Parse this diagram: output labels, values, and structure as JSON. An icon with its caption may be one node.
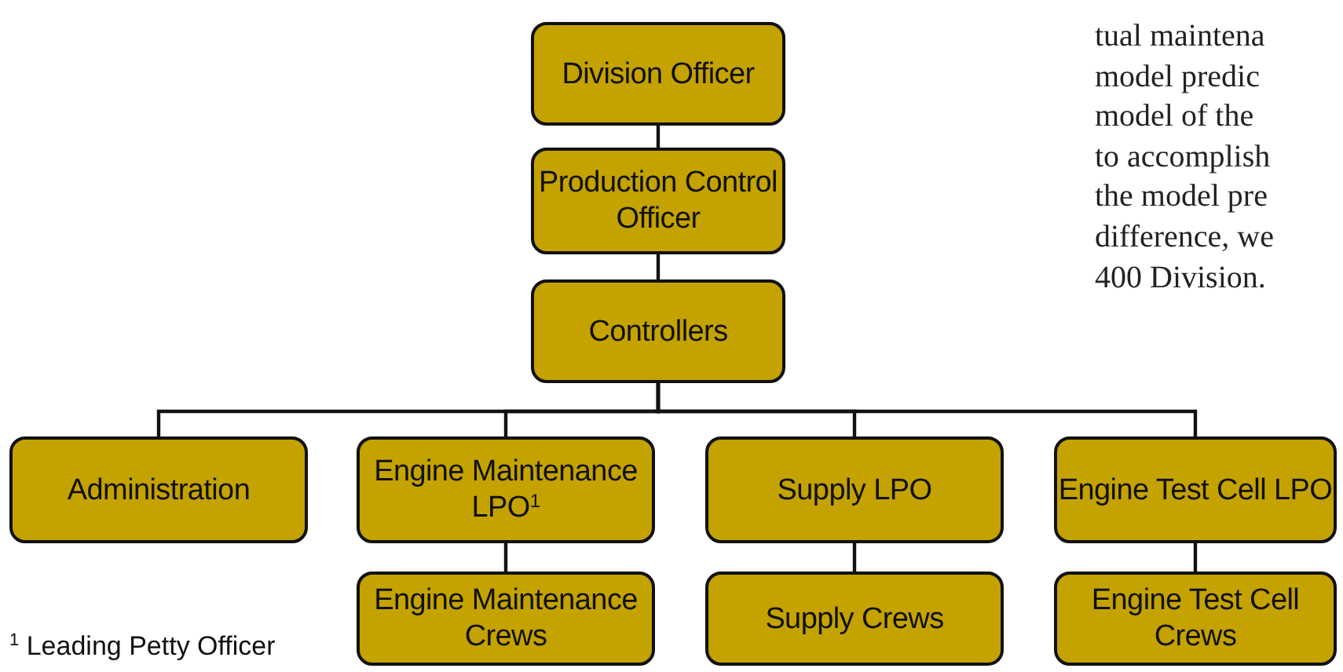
{
  "diagram": {
    "nodes": [
      {
        "text": [
          "Division Officer"
        ]
      },
      {
        "text": [
          "Production Control Officer"
        ]
      },
      {
        "text": [
          "Controllers"
        ]
      },
      {
        "text": [
          "Administration"
        ]
      },
      {
        "text": [
          "Engine Maintenance LPO$^{1}$"
        ]
      },
      {
        "text": [
          "Supply LPO"
        ]
      },
      {
        "text": [
          "Engine Test Cell LPO"
        ]
      },
      {
        "text": [
          "Engine Maintenance Crews"
        ]
      },
      {
        "text": [
          "Supply Crews"
        ]
      },
      {
        "text": [
          "Engine Test Cell Crews"
        ]
      }
    ],
    "edges": [
      {
        "from": 0,
        "to": 1,
        "arrow": "none"
      },
      {
        "from": 1,
        "to": 2,
        "arrow": "none"
      },
      {
        "from": 2,
        "to": 3,
        "arrow": "none"
      },
      {
        "from": 2,
        "to": 4,
        "arrow": "none"
      },
      {
        "from": 2,
        "to": 5,
        "arrow": "none"
      },
      {
        "from": 2,
        "to": 6,
        "arrow": "none"
      },
      {
        "from": 4,
        "to": 7,
        "arrow": "none"
      },
      {
        "from": 5,
        "to": 8,
        "arrow": "none"
      },
      {
        "from": 6,
        "to": 9,
        "arrow": "none"
      }
    ],
    "labels": [
      "tual maintena",
      "model predic",
      "model of the",
      "to accomplish",
      "the model pre",
      "difference, we",
      "400 Division.",
      "$^{1}$ Leading Petty Officer"
    ]
  }
}
